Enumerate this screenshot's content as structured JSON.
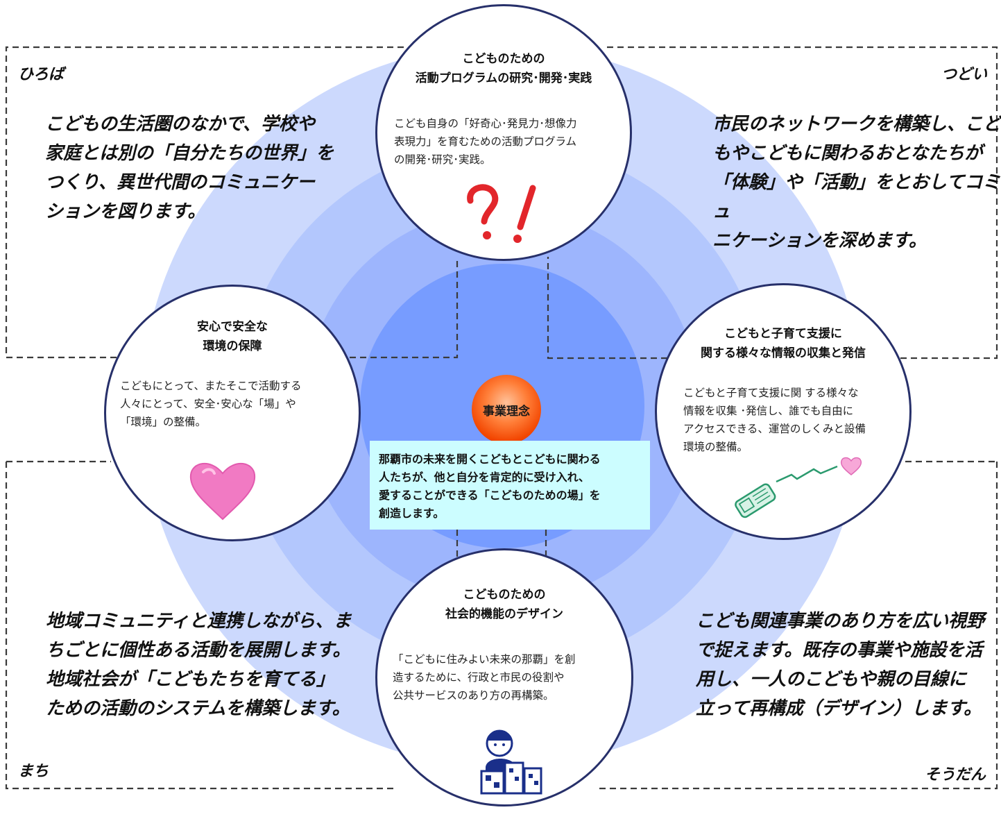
{
  "quadrants": {
    "top_left": {
      "label": "ひろば",
      "lines": [
        "こどもの生活圏のなかで、学校や",
        "家庭とは別の「自分たちの世界」を",
        "つくり、異世代間のコミュニケー",
        "ションを図ります。"
      ]
    },
    "top_right": {
      "label": "つどい",
      "lines": [
        "市民のネットワークを構築し、こど",
        "もやこどもに関わるおとなたちが",
        "「体験」や「活動」をとおしてコミュ",
        "ニケーションを深めます。"
      ]
    },
    "bottom_left": {
      "label": "まち",
      "lines": [
        "地域コミュニティと連携しながら、ま",
        "ちごとに個性ある活動を展開します。",
        "地域社会が「こどもたちを育てる」",
        "ための活動のシステムを構築します。"
      ]
    },
    "bottom_right": {
      "label": "そうだん",
      "lines": [
        "こども関連事業のあり方を広い視野",
        "で捉えます。既存の事業や施設を活",
        "用し、一人のこどもや親の目線に",
        "立って再構成（デザイン）します。"
      ]
    }
  },
  "circles": {
    "top": {
      "title": [
        "こどものための",
        "活動プログラムの研究･開発･実践"
      ],
      "desc": [
        "こども自身の「好奇心･発見力･想像力",
        "表現力」を育むための活動プログラム",
        "の開発･研究･実践。"
      ],
      "icon": "question-exclamation-icon"
    },
    "left": {
      "title": [
        "安心で安全な",
        "環境の保障"
      ],
      "desc": [
        "こどもにとって、またそこで活動する",
        "人々にとって、安全･安心な「場」や",
        "「環境」の整備。"
      ],
      "icon": "heart-icon"
    },
    "right": {
      "title": [
        "こどもと子育て支援に",
        "関する様々な情報の収集と発信"
      ],
      "desc": [
        "こどもと子育て支援に関 する様々な",
        "情報を収集 ･発信し、誰でも自由に",
        "アクセスできる、運営のしくみと設備",
        "環境の整備。"
      ],
      "icon": "mobile-phone-icon"
    },
    "bottom": {
      "title": [
        "こどものための",
        "社会的機能のデザイン"
      ],
      "desc": [
        "「こどもに住みよい未来の那覇」を創",
        "造するために、行政と市民の役割や",
        "公共サービスのあり方の再構築。"
      ],
      "icon": "child-buildings-icon"
    }
  },
  "core": {
    "label": "事業理念"
  },
  "mission": {
    "lines": [
      "那覇市の未来を開くこどもとこどもに関わる",
      "人たちが、他と自分を肯定的に受け入れ、",
      "愛することができる「こどものための場」を",
      "創造します。"
    ]
  },
  "colors": {
    "ring_outer": "#ccd9fd",
    "ring_2": "#b3c7fd",
    "ring_3": "#9db5fd",
    "ring_inner": "#779cff",
    "circle_border": "#27306a",
    "dashed_line": "#3a3a3a",
    "mission_bg": "#ccfdff",
    "core_orange": "#f24500"
  }
}
